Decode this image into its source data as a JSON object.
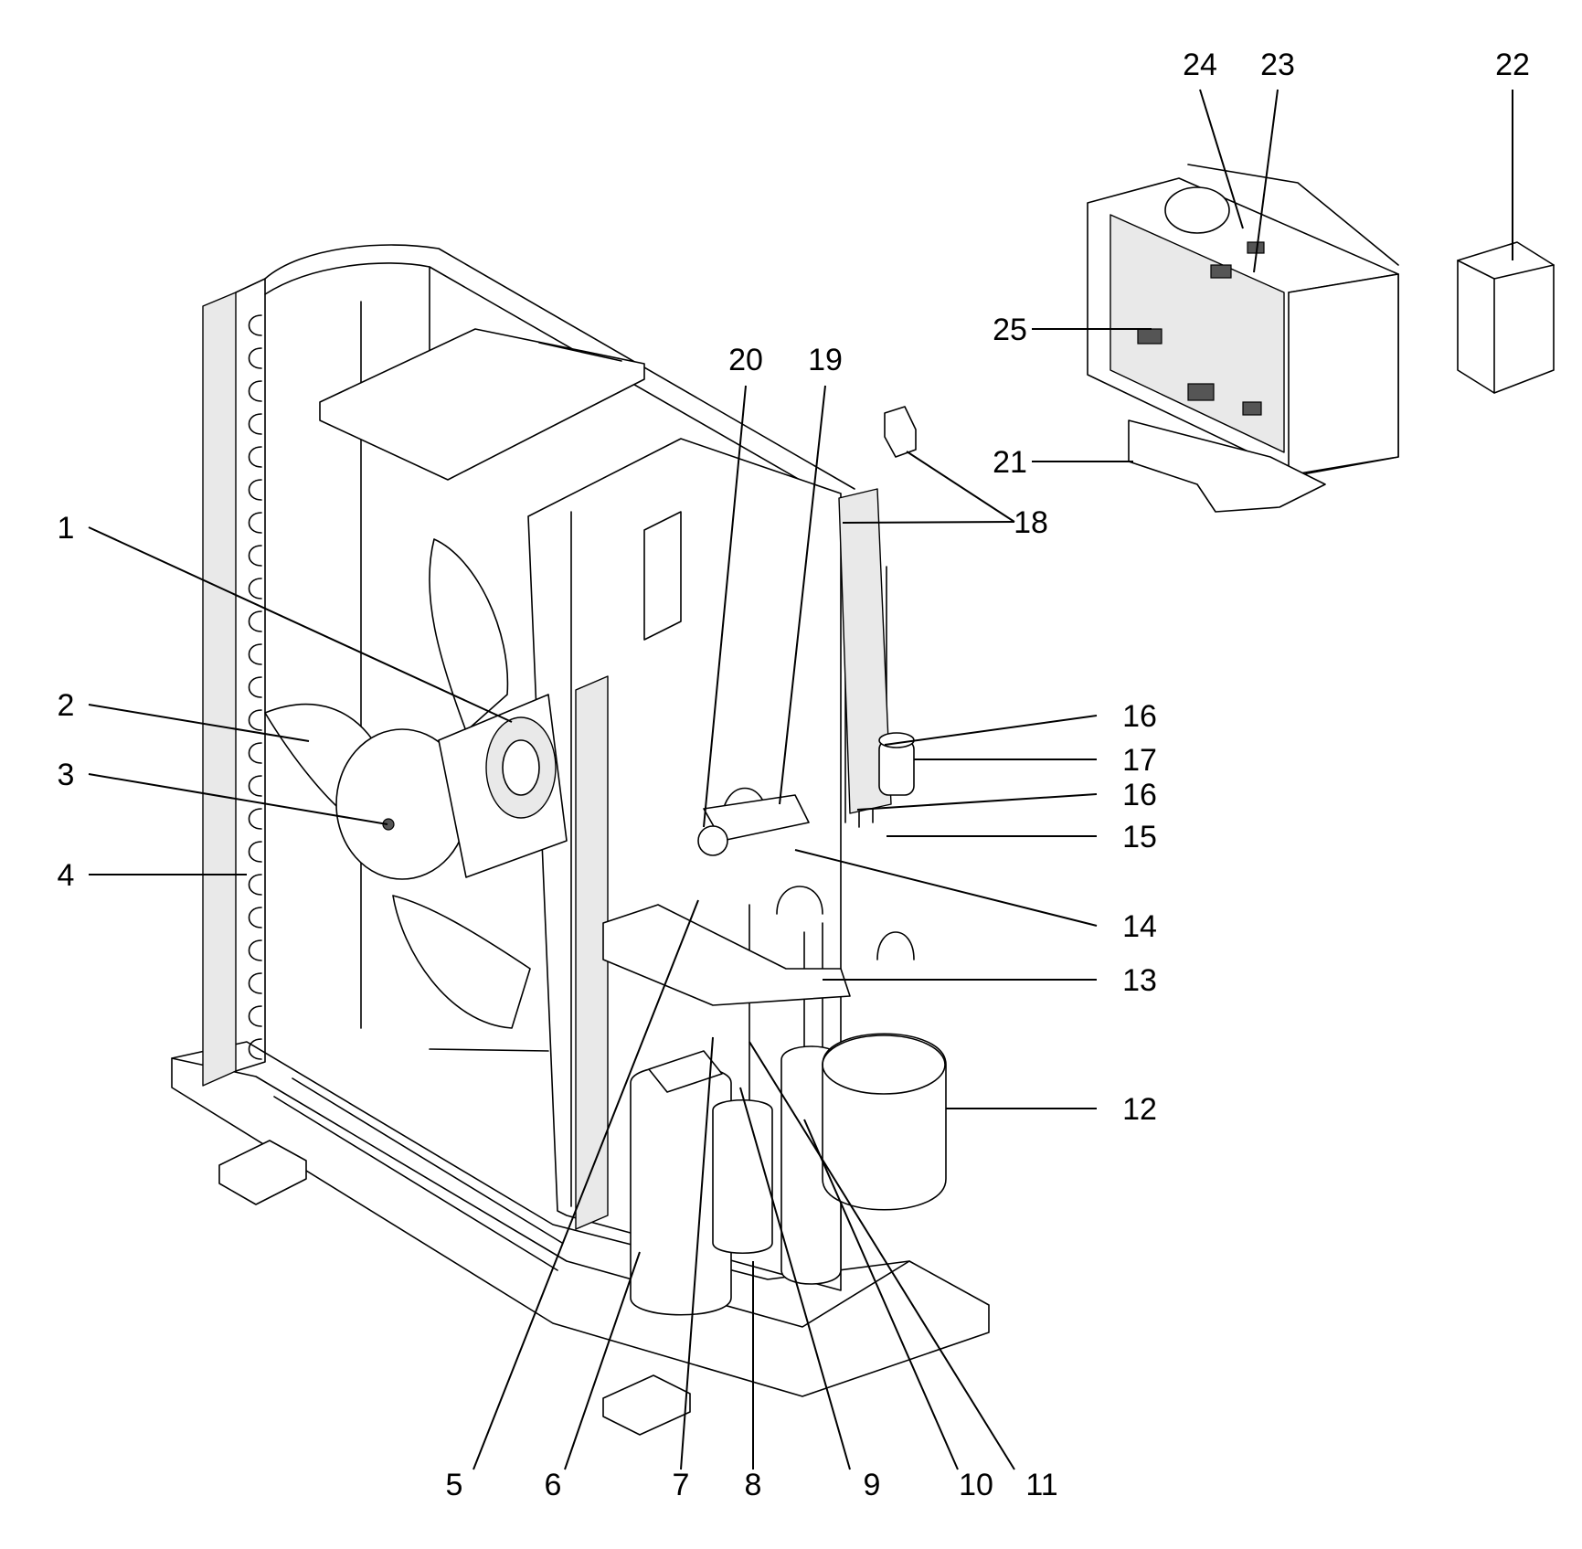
{
  "callouts": [
    {
      "id": "1",
      "label": "1"
    },
    {
      "id": "2",
      "label": "2"
    },
    {
      "id": "3",
      "label": "3"
    },
    {
      "id": "4",
      "label": "4"
    },
    {
      "id": "5",
      "label": "5"
    },
    {
      "id": "6",
      "label": "6"
    },
    {
      "id": "7",
      "label": "7"
    },
    {
      "id": "8",
      "label": "8"
    },
    {
      "id": "9",
      "label": "9"
    },
    {
      "id": "10",
      "label": "10"
    },
    {
      "id": "11",
      "label": "11"
    },
    {
      "id": "12",
      "label": "12"
    },
    {
      "id": "13",
      "label": "13"
    },
    {
      "id": "14",
      "label": "14"
    },
    {
      "id": "15",
      "label": "15"
    },
    {
      "id": "16a",
      "label": "16"
    },
    {
      "id": "16b",
      "label": "16"
    },
    {
      "id": "17",
      "label": "17"
    },
    {
      "id": "18",
      "label": "18"
    },
    {
      "id": "19",
      "label": "19"
    },
    {
      "id": "20",
      "label": "20"
    },
    {
      "id": "21",
      "label": "21"
    },
    {
      "id": "22",
      "label": "22"
    },
    {
      "id": "23",
      "label": "23"
    },
    {
      "id": "24",
      "label": "24"
    },
    {
      "id": "25",
      "label": "25"
    }
  ],
  "colors": {
    "line": "#000000",
    "background": "#ffffff",
    "shade": "#e9e9e9"
  }
}
